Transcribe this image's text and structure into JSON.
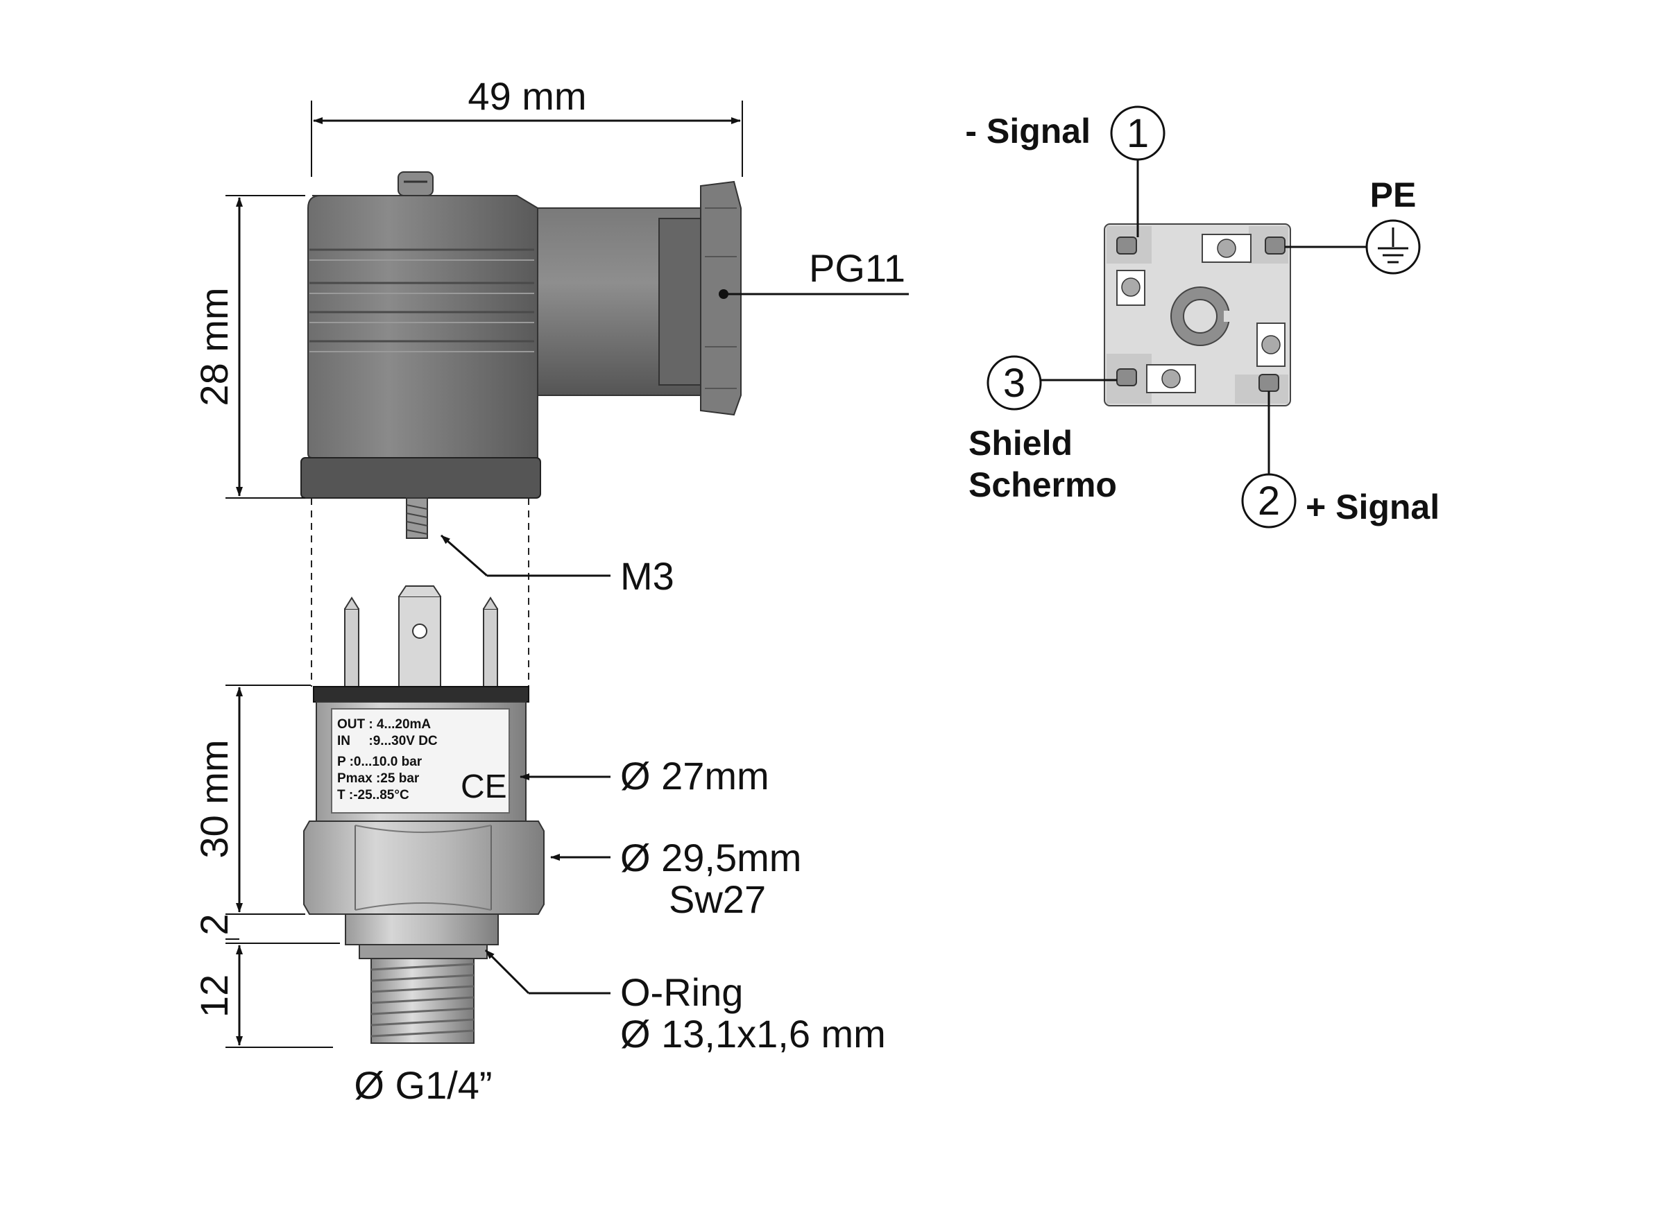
{
  "dimensions": {
    "width_49": "49 mm",
    "height_28": "28 mm",
    "height_30": "30 mm",
    "height_2": "2",
    "height_12": "12"
  },
  "callouts": {
    "pg11": "PG11",
    "m3": "M3",
    "dia27": "Ø 27mm",
    "dia29": "Ø 29,5mm",
    "sw27": "Sw27",
    "oring": "O-Ring",
    "oring_size": "Ø 13,1x1,6 mm",
    "thread": "Ø G1/4”"
  },
  "sensor_label": {
    "out": "OUT : 4...20mA",
    "in": "IN     :9...30V DC",
    "p": "P :0...10.0 bar",
    "pmax": "Pmax :25 bar",
    "t": "T :-25..85°C",
    "ce": "CE"
  },
  "wiring": {
    "pin1_number": "1",
    "pin1_label": "- Signal",
    "pin2_number": "2",
    "pin2_label": "+ Signal",
    "pin3_number": "3",
    "pin3_label_1": "Shield",
    "pin3_label_2": "Schermo",
    "pe_label": "PE"
  }
}
